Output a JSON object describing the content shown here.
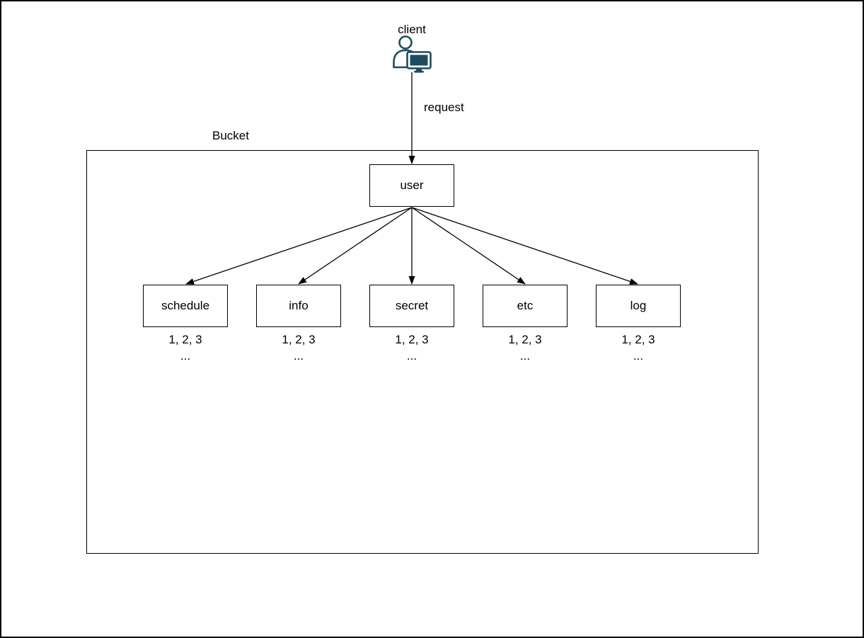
{
  "diagram": {
    "title_hint": "client-bucket access diagram",
    "client_label": "client",
    "request_label": "request",
    "bucket_label": "Bucket",
    "user_node_label": "user",
    "folders": [
      {
        "label": "schedule",
        "items": "1, 2, 3",
        "more": "..."
      },
      {
        "label": "info",
        "items": "1, 2, 3",
        "more": "..."
      },
      {
        "label": "secret",
        "items": "1, 2, 3",
        "more": "..."
      },
      {
        "label": "etc",
        "items": "1, 2, 3",
        "more": "..."
      },
      {
        "label": "log",
        "items": "1, 2, 3",
        "more": "..."
      }
    ]
  },
  "colors": {
    "line": "#000000",
    "box_border": "#000000",
    "background": "#ffffff",
    "client_icon": "#1f4b5e"
  }
}
